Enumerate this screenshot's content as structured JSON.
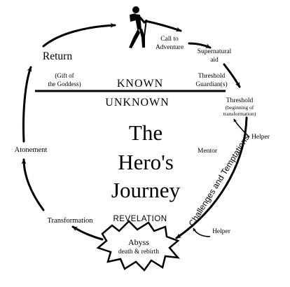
{
  "title": {
    "line1": "The",
    "line2": "Hero's",
    "line3": "Journey"
  },
  "divider": {
    "known": "KNOWN",
    "unknown": "UNKNOWN"
  },
  "stages": {
    "call_to_adventure": [
      "Call to",
      "Adventure"
    ],
    "supernatural_aid": [
      "Supernatural",
      "aid"
    ],
    "threshold_guardians": [
      "Threshold",
      "Guardian(s)"
    ],
    "threshold": {
      "label": "Threshold",
      "note": [
        "(beginning of",
        "transformation)"
      ]
    },
    "helper_upper": "Helper",
    "mentor": "Mentor",
    "challenges": "Challenges and Temptations",
    "helper_lower": "Helper",
    "revelation": "REVELATION",
    "abyss": {
      "label": "Abyss",
      "note": "death & rebirth"
    },
    "transformation": "Transformation",
    "atonement": "Atonement",
    "return": {
      "label": "Return",
      "note": [
        "(Gift of",
        "the Goddess)"
      ]
    }
  },
  "icons": {
    "hiker": "hiker-icon",
    "abyss": "explosion-burst-icon"
  },
  "colors": {
    "ink": "#000000",
    "background": "#ffffff"
  }
}
